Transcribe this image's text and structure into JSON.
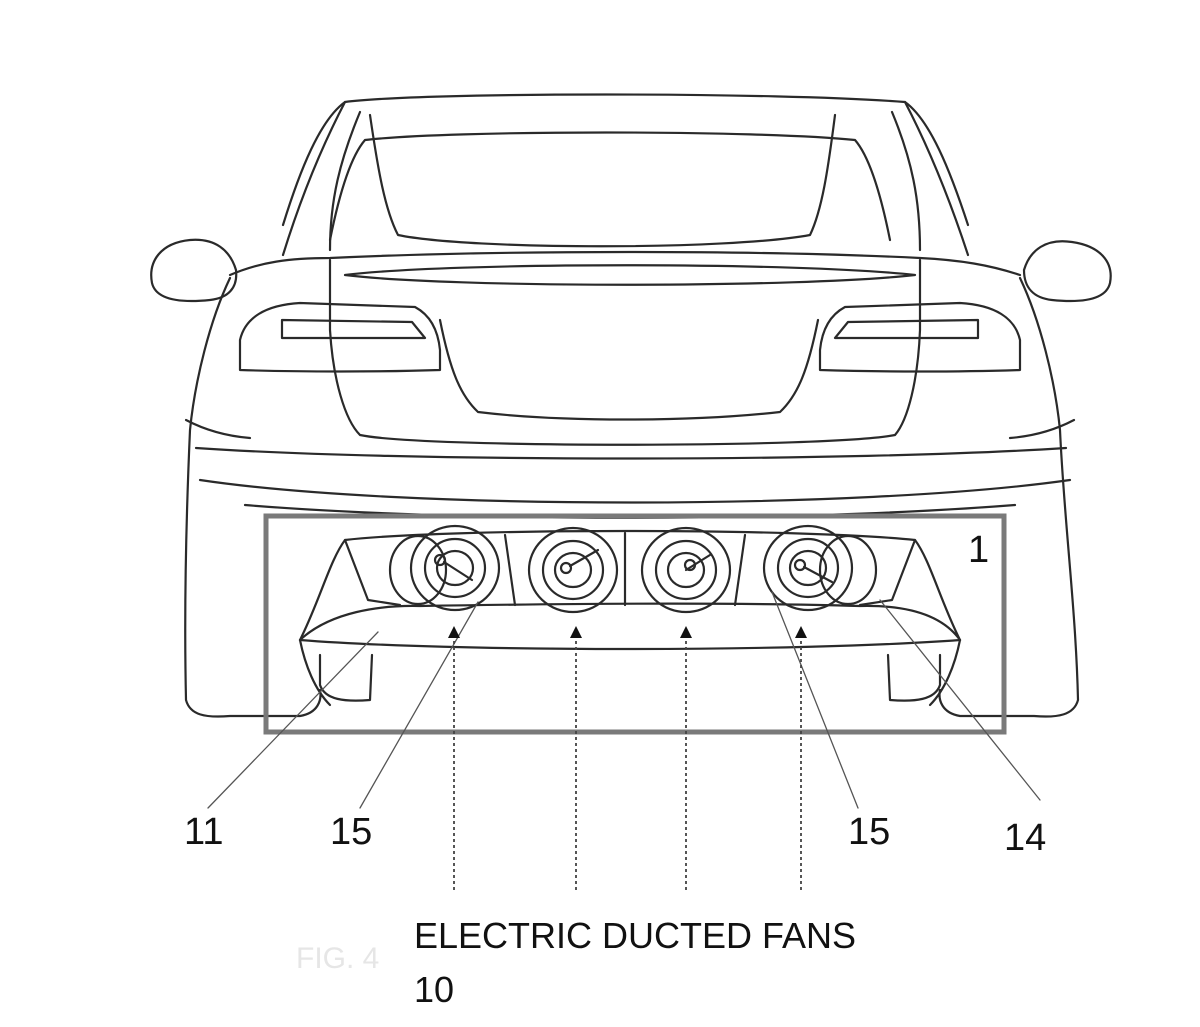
{
  "figure": {
    "caption_title": "ELECTRIC DUCTED FANS",
    "caption_ref": "10",
    "faint_text": "FIG. 4"
  },
  "labels": {
    "box_ref": "1",
    "diffuser_ref": "11",
    "left_duct_ref": "15",
    "right_duct_ref": "15",
    "fin_ref": "14"
  }
}
